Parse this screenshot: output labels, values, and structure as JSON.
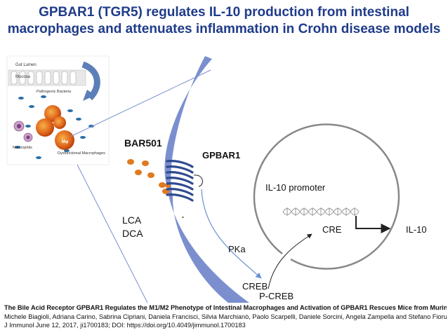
{
  "title": {
    "line1": "GPBAR1 (TGR5) regulates IL-10 production from intestinal",
    "line2": "macrophages and attenuates  inflammation in Crohn disease models"
  },
  "inset": {
    "gut_lumen": "Gut Lumen",
    "mucosa": "Mucosa",
    "pathogenic_bacteria": "Pathogenic Bacteria",
    "neutrophils": "Neutrophils",
    "dysfunctional_macrophages": "Dysfunctional Macrophages",
    "mo": "Mφ"
  },
  "labels": {
    "bar501": "BAR501",
    "gpbar1": "GPBAR1",
    "lca": "LCA",
    "dca": "DCA",
    "pka": "PKa",
    "creb": "CREB",
    "p_creb": "P-CREB",
    "il10_promoter": "IL-10 promoter",
    "cre": "CRE",
    "il10": "IL-10"
  },
  "colors": {
    "title": "#1f3b8a",
    "membrane": "#7b8fcf",
    "receptor": "#2e4a8f",
    "ligand": "#e07a1f",
    "arrow_blue": "#6a8fd0"
  },
  "citation": {
    "paper": "The Bile Acid Receptor GPBAR1 Regulates the M1/M2 Phenotype of Intestinal Macrophages and Activation of GPBAR1 Rescues Mice from Murine Colitis",
    "authors": "Michele Biagioli, Adriana Carino, Sabrina Cipriani, Daniela Francisci, Silvia Marchianò, Paolo Scarpelli, Daniele Sorcini, Angela Zampella and Stefano Fiorucci",
    "journal": "J Immunol June 12, 2017, ji1700183; DOI: https://doi.org/10.4049/jimmunol.1700183"
  }
}
